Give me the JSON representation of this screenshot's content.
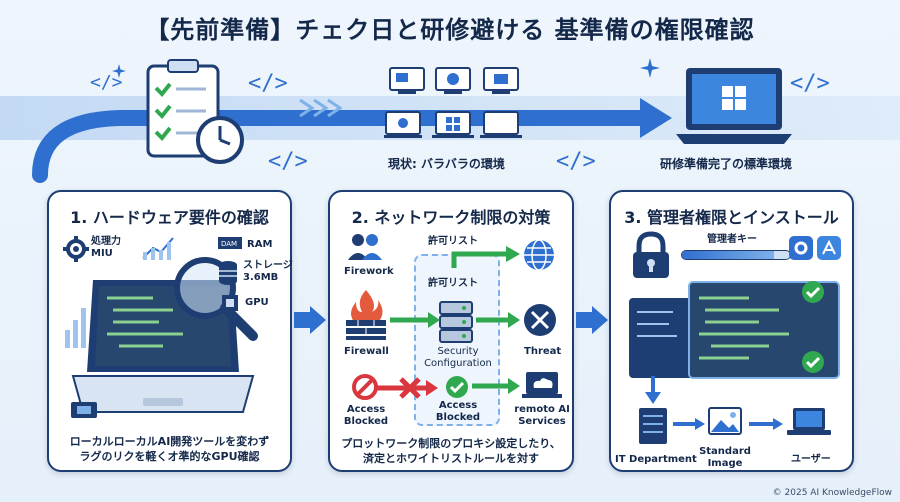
{
  "header": {
    "title": "【先前準備】チェク日と研修避ける 基準備の権限確認"
  },
  "top": {
    "current_label": "現状: バラバラの環境",
    "target_label": "研修準備完了の標準環境"
  },
  "panels": [
    {
      "title": "1. ハードウェア要件の確認",
      "specs": [
        {
          "label": "処理力\nMIU",
          "icon": "gear-icon"
        },
        {
          "label": "RAM",
          "icon": "ram-chip-icon"
        },
        {
          "label": "ストレージ\n3.6MB",
          "icon": "storage-stack-icon"
        },
        {
          "label": "GPU",
          "icon": "gpu-chip-icon"
        }
      ],
      "caption_line1": "ローカルローカルAI開発ツールを変わず",
      "caption_line2": "ラグのリクを軽くオ準的なGPU確認"
    },
    {
      "title": "2. ネットワーク制限の対策",
      "labels": {
        "allow_list_top": "許可リスト",
        "allow_list_mid": "許可リスト",
        "firework": "Firework",
        "firewall": "Firewall",
        "security_config": "Security\nConfiguration",
        "threat": "Threat",
        "access_blocked_left": "Access\nBlocked",
        "access_blocked_mid": "Access\nBlocked",
        "remote_ai": "remoto AI\nServices"
      },
      "caption_line1": "プロットワーク制限のプロキシ設定したり、",
      "caption_line2": "済定とホワイトリストルールを対す"
    },
    {
      "title": "3. 管理者権限とインストール",
      "labels": {
        "admin_key": "管理者キー",
        "it_department": "IT Department",
        "standard_image": "Standard\nImage",
        "user": "ユーザー"
      }
    }
  ],
  "footer": {
    "copyright": "© 2025 AI KnowledgeFlow"
  },
  "colors": {
    "navy": "#14284a",
    "accent_blue": "#2f6fcf",
    "green": "#2fa84f",
    "red": "#d9363e",
    "panel_border": "#1e3e73"
  }
}
